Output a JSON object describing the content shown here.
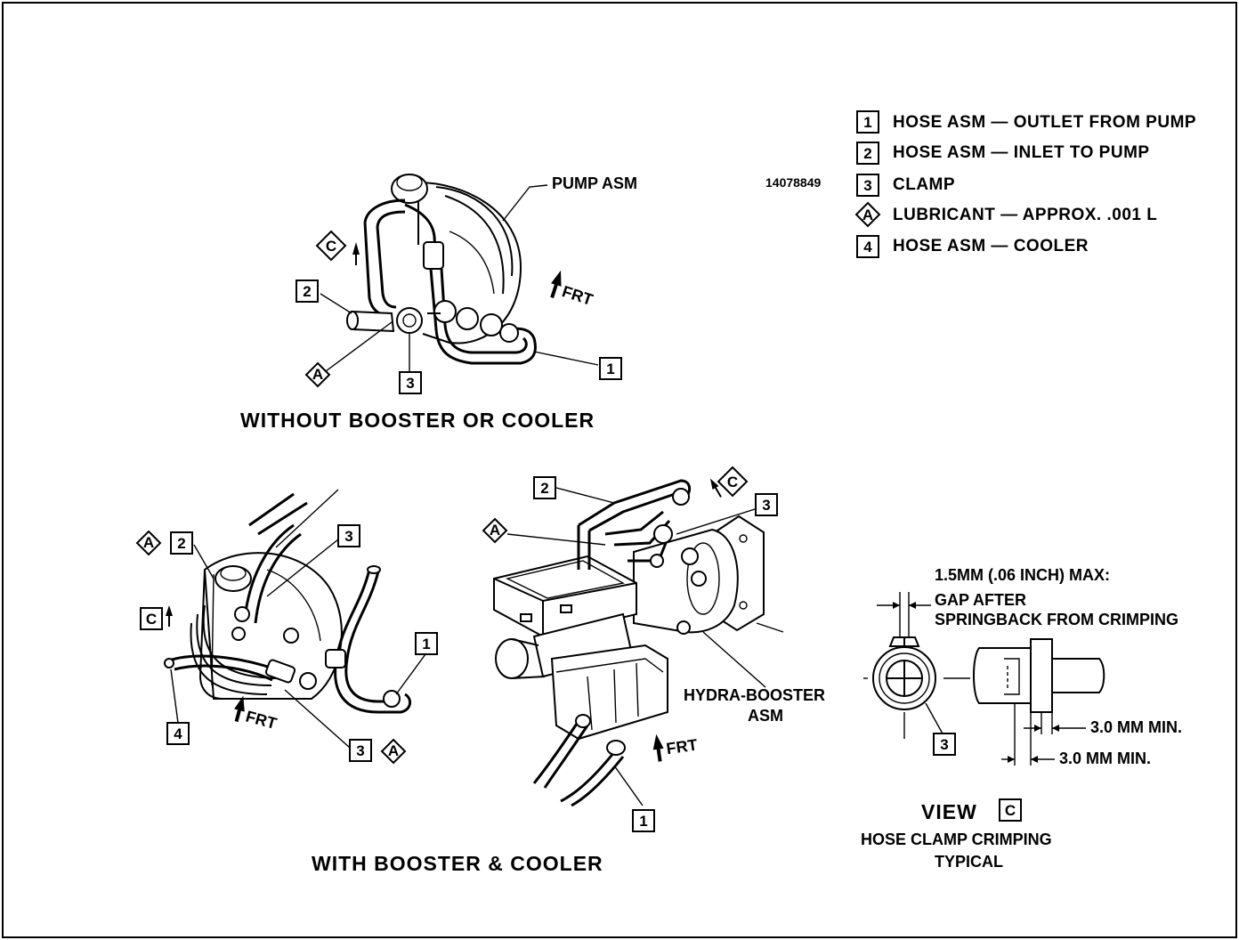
{
  "drawing_id": "14078849",
  "legend": [
    {
      "key": "1",
      "text": "HOSE ASM — OUTLET FROM PUMP"
    },
    {
      "key": "2",
      "text": "HOSE ASM — INLET TO PUMP"
    },
    {
      "key": "3",
      "text": "CLAMP"
    },
    {
      "key": "A",
      "text": "LUBRICANT — APPROX. .001 L"
    },
    {
      "key": "4",
      "text": "HOSE ASM — COOLER"
    }
  ],
  "top_view": {
    "caption": "WITHOUT BOOSTER OR COOLER",
    "pump_label": "PUMP ASM",
    "front_label": "FRT",
    "callouts": {
      "c1": "1",
      "c2": "2",
      "c3": "3",
      "a": "A",
      "c": "C"
    }
  },
  "left_view": {
    "front_label": "FRT",
    "callouts": {
      "c1": "1",
      "c2": "2",
      "c3a": "3",
      "c3b": "3",
      "c4": "4",
      "a1": "A",
      "a2": "A",
      "c": "C"
    }
  },
  "booster_view": {
    "caption": "WITH BOOSTER & COOLER",
    "booster_label_1": "HYDRA-BOOSTER",
    "booster_label_2": "ASM",
    "front_label": "FRT",
    "callouts": {
      "c1": "1",
      "c2": "2",
      "c3": "3",
      "a": "A",
      "c": "C"
    }
  },
  "detail_view": {
    "gap_1": "1.5MM (.06 INCH) MAX:",
    "gap_2": "GAP AFTER",
    "gap_3": "SPRINGBACK FROM CRIMPING",
    "dim_1": "3.0 MM MIN.",
    "dim_2": "3.0 MM MIN.",
    "clamp_callout": "3",
    "view_word": "VIEW",
    "view_letter": "C",
    "subtitle_1": "HOSE CLAMP CRIMPING",
    "subtitle_2": "TYPICAL"
  }
}
